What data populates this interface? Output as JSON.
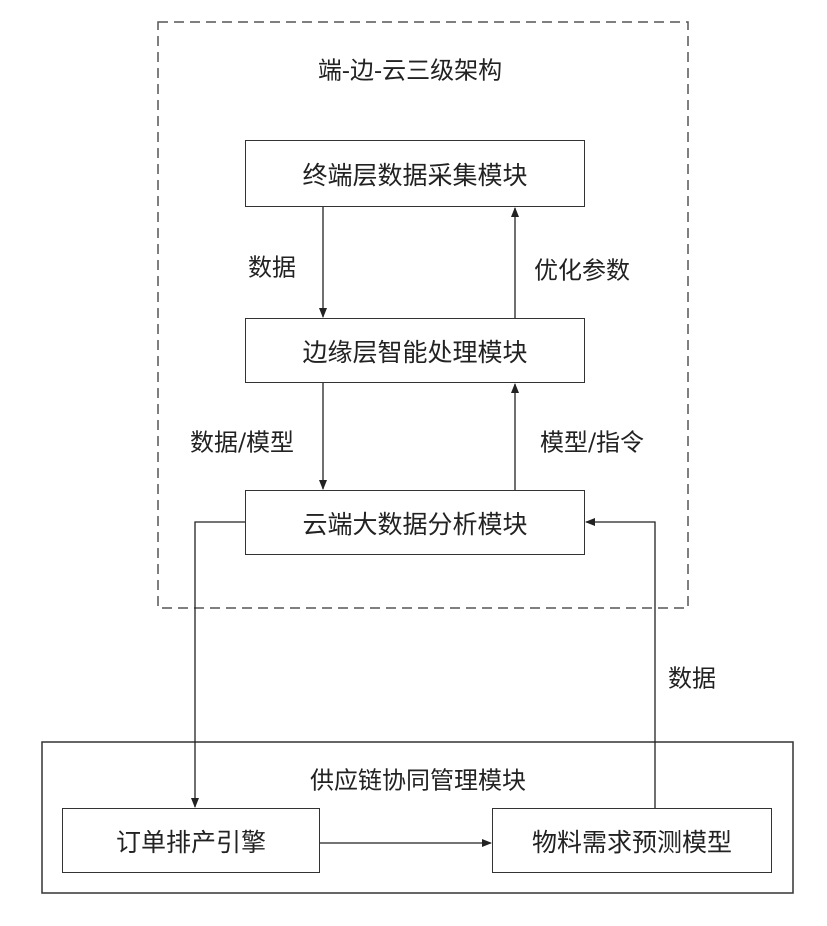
{
  "architecture": {
    "title": "端-边-云三级架构",
    "terminal_module": "终端层数据采集模块",
    "edge_module": "边缘层智能处理模块",
    "cloud_module": "云端大数据分析模块",
    "label_data_down": "数据",
    "label_optimize_up": "优化参数",
    "label_data_model_down": "数据/模型",
    "label_model_command_up": "模型/指令"
  },
  "supply_chain": {
    "title": "供应链协同管理模块",
    "order_engine": "订单排产引擎",
    "material_model": "物料需求预测模型",
    "label_data_feedback": "数据"
  }
}
